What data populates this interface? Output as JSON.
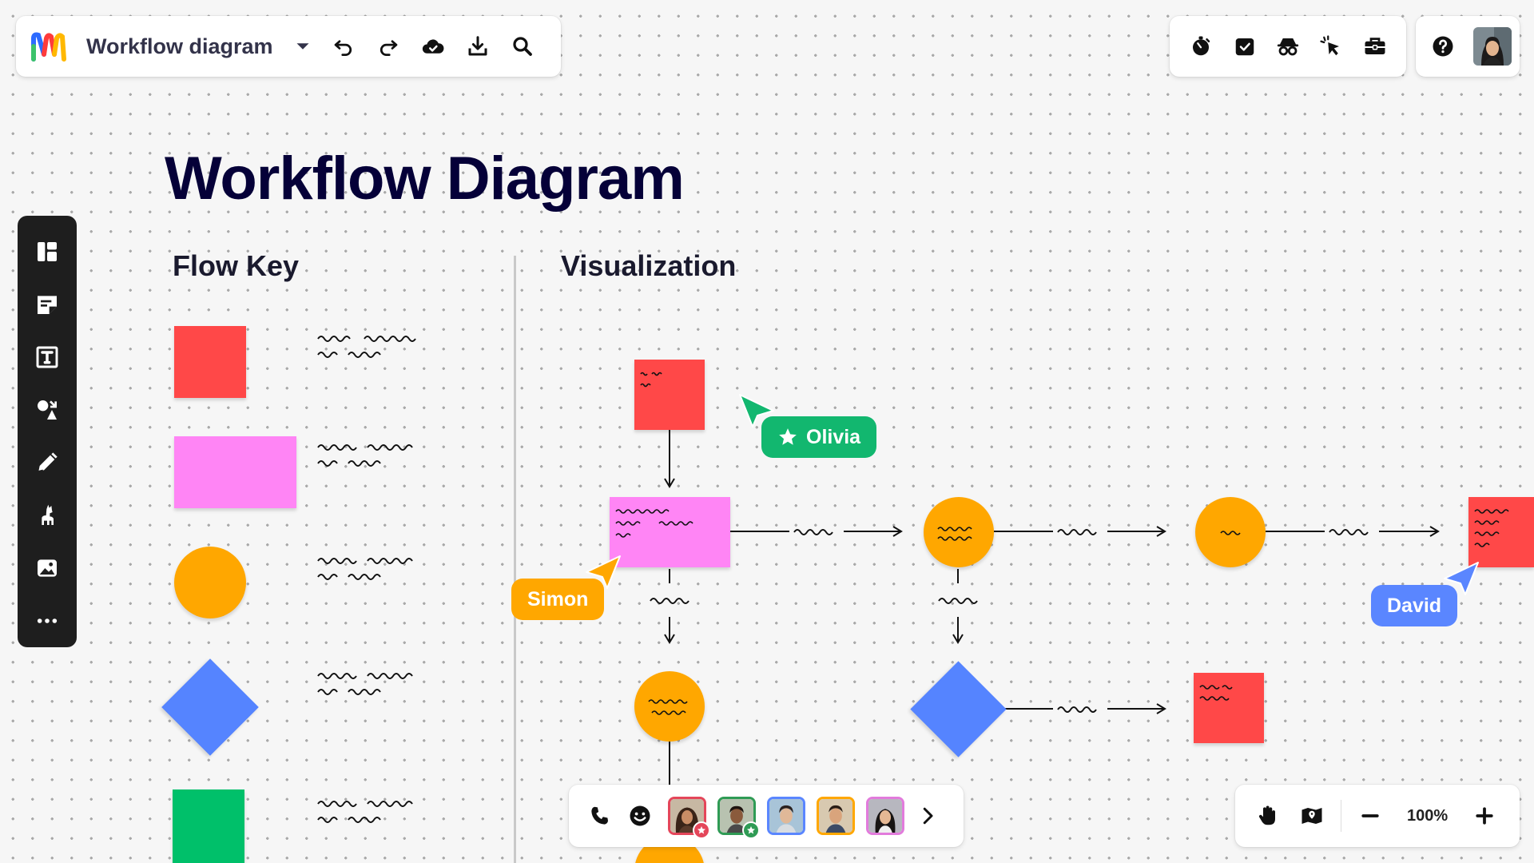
{
  "toolbar": {
    "board_title": "Workflow diagram",
    "icons": [
      "board-menu-chevron-icon",
      "undo-icon",
      "redo-icon",
      "cloud-saved-icon",
      "export-icon",
      "search-icon"
    ]
  },
  "collab_tools": [
    "timer-icon",
    "voting-icon",
    "private-mode-icon",
    "cursor-follow-icon",
    "toolbox-icon"
  ],
  "help_label": "?",
  "left_tools": [
    "templates-icon",
    "sticky-note-icon",
    "text-icon",
    "shapes-icon",
    "pen-icon",
    "llama-icon",
    "image-icon",
    "more-icon"
  ],
  "board": {
    "heading": "Workflow Diagram",
    "flow_key_title": "Flow Key",
    "visualization_title": "Visualization",
    "key_items": [
      {
        "shape": "rectangle",
        "color": "#ff4848"
      },
      {
        "shape": "wide-rectangle",
        "color": "#ff85f5"
      },
      {
        "shape": "circle",
        "color": "#ffa700"
      },
      {
        "shape": "diamond",
        "color": "#5584ff"
      },
      {
        "shape": "tall-rectangle",
        "color": "#00c06a"
      }
    ]
  },
  "cursors": [
    {
      "name": "Olivia",
      "color": "#12b76f",
      "badge": "star"
    },
    {
      "name": "Simon",
      "color": "#ffa700"
    },
    {
      "name": "David",
      "color": "#5a86ff"
    }
  ],
  "call": {
    "icons": [
      "phone-icon",
      "reaction-icon",
      "more-participants-chevron-icon"
    ],
    "participants": [
      {
        "border": "#e4465a",
        "badge_color": "#e4465a"
      },
      {
        "border": "#2f9b55",
        "badge_color": "#2f9b55"
      },
      {
        "border": "#5a86ff"
      },
      {
        "border": "#ffa700"
      },
      {
        "border": "#e27bdc"
      }
    ]
  },
  "zoom": {
    "value": "100%",
    "icons": [
      "hand-tool-icon",
      "map-icon",
      "zoom-out-icon",
      "zoom-in-icon"
    ]
  }
}
